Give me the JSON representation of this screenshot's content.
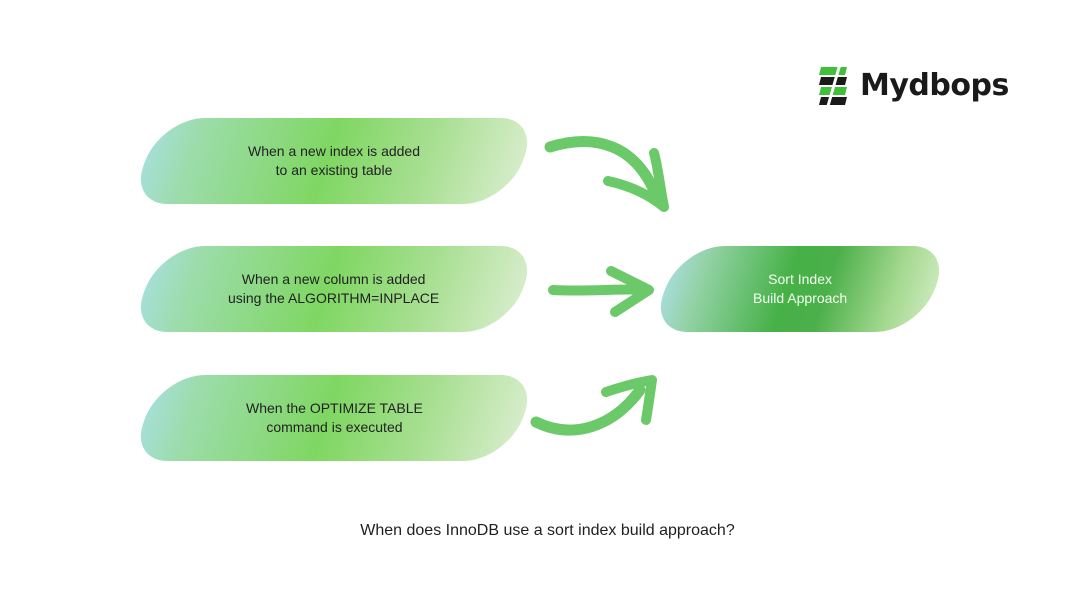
{
  "logo": {
    "text": "Mydbops"
  },
  "sources": [
    {
      "label": "When a new index is added\nto an existing table"
    },
    {
      "label": "When a new column is added\nusing the ALGORITHM=INPLACE"
    },
    {
      "label": "When the OPTIMIZE TABLE\ncommand is executed"
    }
  ],
  "target": {
    "label": "Sort Index\nBuild Approach"
  },
  "caption": "When does InnoDB use a sort index build approach?",
  "colors": {
    "accent_green": "#6cc96a",
    "dark_green": "#45b146",
    "brand_dark": "#1a1a1a"
  }
}
